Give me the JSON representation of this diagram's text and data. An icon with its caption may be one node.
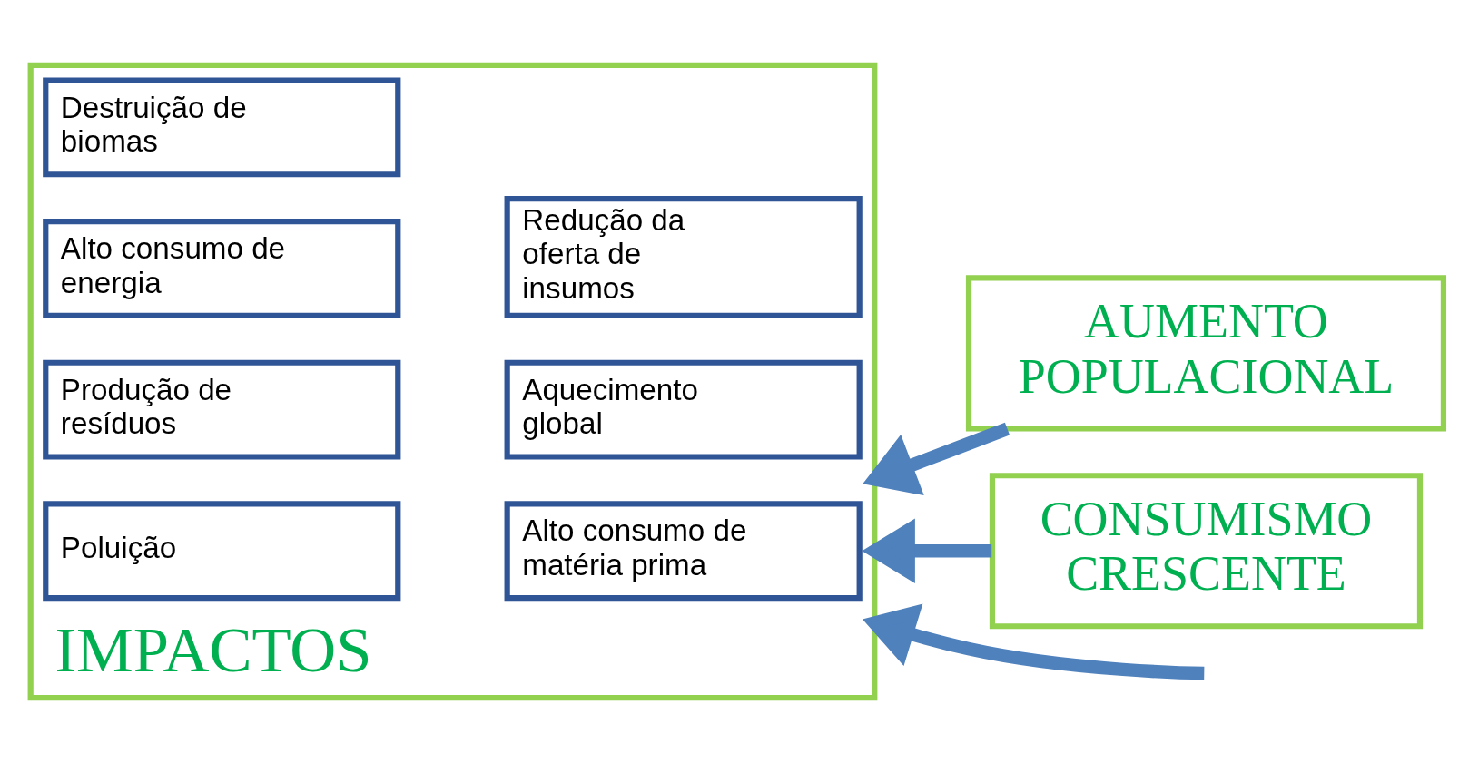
{
  "diagram": {
    "nodes": [
      {
        "text": [
          "IMPACTOS"
        ]
      },
      {
        "text": [
          "Poluição"
        ],
        "in": 0
      },
      {
        "text": [
          "Produção de resíduos"
        ],
        "in": 0
      },
      {
        "text": [
          "Alto consumo de energia"
        ],
        "in": 0
      },
      {
        "text": [
          "Destruição de biomas"
        ],
        "in": 0
      },
      {
        "text": [
          "Alto consumo de matéria prima"
        ],
        "in": 0
      },
      {
        "text": [
          "Aquecimento global"
        ],
        "in": 0
      },
      {
        "text": [
          "Redução da oferta de insumos"
        ],
        "in": 0
      },
      {
        "text": [
          "AUMENTO POPULACIONAL"
        ]
      },
      {
        "text": [
          "CONSUMISMO CRESCENTE"
        ]
      }
    ],
    "edges": [
      {
        "from": null,
        "to": 0,
        "arrow": "to"
      },
      {
        "from": 8,
        "to": 0,
        "arrow": "to"
      },
      {
        "from": 9,
        "to": 0,
        "arrow": "to"
      }
    ]
  }
}
